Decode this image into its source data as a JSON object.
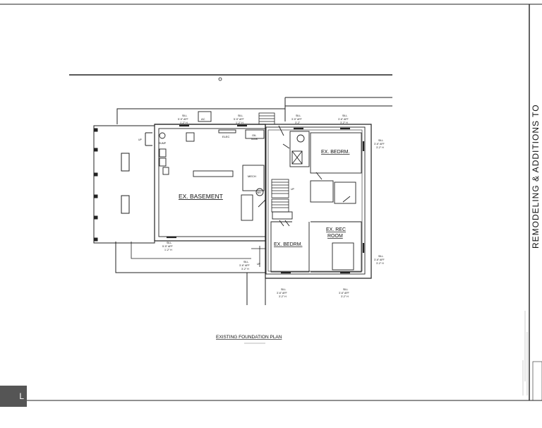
{
  "title_block": {
    "project_title": "REMODELING & ADDITIONS TO"
  },
  "plan": {
    "title": "EXISTING FOUNDATION PLAN",
    "rooms": {
      "basement": "EX. BASEMENT",
      "bedroom_1": "EX. BEDRM.",
      "bedroom_2": "EX. BEDRM.",
      "rec_room_1": "EX. REC",
      "rec_room_2": "ROOM"
    },
    "fixtures": {
      "ac": "AC",
      "elec": "ELEC",
      "oil_tank_1": "OIL",
      "oil_tank_2": "TANK",
      "mech": "MECH",
      "sump": "SUMP",
      "up_stair_1": "UP",
      "up_stair_2": "UP",
      "up_left": "UP",
      "wh": "WH"
    },
    "sill_notes": [
      {
        "line1": "SILL",
        "line2": "5'-5\" AFF",
        "line3": "1'-2\" H"
      },
      {
        "line1": "SILL",
        "line2": "5'-5\" AFF",
        "line3": "1'-2\" H"
      },
      {
        "line1": "SILL",
        "line2": "3'-5\" AFF",
        "line3": "3'-2\""
      },
      {
        "line1": "SILL",
        "line2": "3'-6\" AFF",
        "line3": "3'-2\" H"
      },
      {
        "line1": "SILL",
        "line2": "3'-6\" AFF",
        "line3": "3'-2\" H"
      },
      {
        "line1": "SILL",
        "line2": "5'-5\" AFF",
        "line3": "1'-2\" H"
      },
      {
        "line1": "SILL",
        "line2": "3'-6\" AFF",
        "line3": "3'-2\" H"
      },
      {
        "line1": "SILL",
        "line2": "3'-6\" AFF",
        "line3": "3'-2\" H"
      },
      {
        "line1": "SILL",
        "line2": "3'-6\" AFF",
        "line3": "3'-2\" H"
      },
      {
        "line1": "SILL",
        "line2": "3'-6\" AFF",
        "line3": "3'-2\" H"
      }
    ]
  },
  "watermark": {
    "label": "L MLS"
  }
}
